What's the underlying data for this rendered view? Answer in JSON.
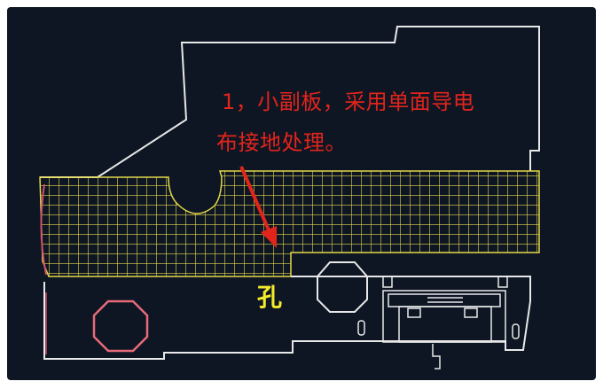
{
  "annotation": {
    "line1": "1，小副板，采用单面导电",
    "line2": "布接地处理。"
  },
  "hole_label": "孔",
  "colors": {
    "background": "#0e1624",
    "outline": "#e8e8e8",
    "grid": "#e4d84a",
    "annotation": "#e2241b",
    "hole_label": "#f2ea2a",
    "edge": "#d0506a"
  }
}
